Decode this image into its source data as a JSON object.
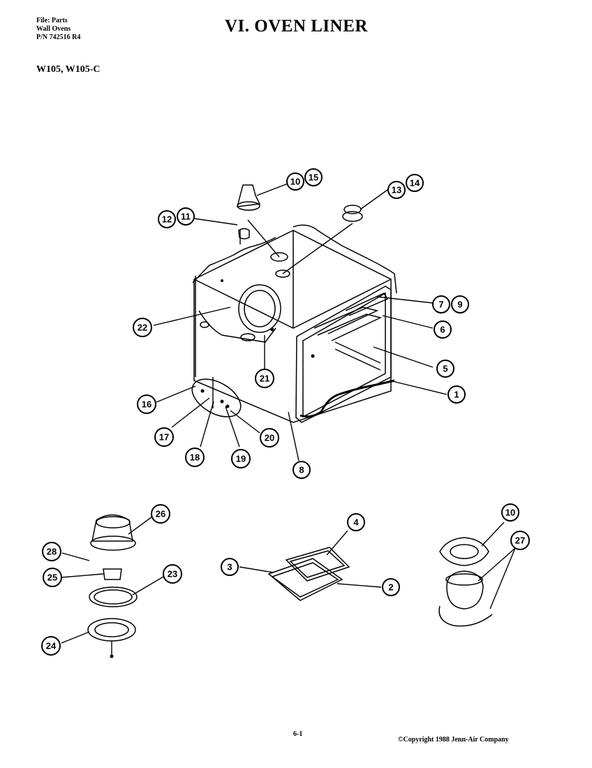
{
  "header": {
    "file_line1": "File: Parts",
    "file_line2": "Wall Ovens",
    "file_line3": "P/N 742516 R4",
    "title": "VI.  OVEN LINER",
    "models": "W105,  W105-C"
  },
  "footer": {
    "page": "6-1",
    "copyright": "©Copyright 1988 Jenn-Air Company"
  },
  "callouts": [
    "10",
    "15",
    "13",
    "14",
    "12",
    "11",
    "7",
    "9",
    "22",
    "6",
    "5",
    "1",
    "21",
    "16",
    "20",
    "17",
    "18",
    "19",
    "8",
    "26",
    "4",
    "10",
    "28",
    "27",
    "25",
    "23",
    "3",
    "2",
    "24"
  ]
}
